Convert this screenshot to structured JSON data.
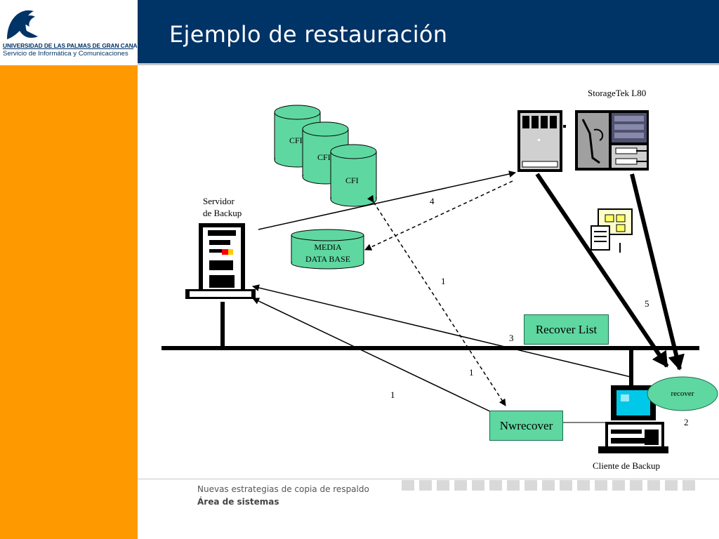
{
  "header": {
    "title": "Ejemplo de restauración",
    "logo_line1": "UNIVERSIDAD DE LAS PALMAS DE GRAN CANARIA",
    "logo_line2": "Servicio de Informática y Comunicaciones"
  },
  "colors": {
    "header_bg": "#003366",
    "sidebar": "#ff9900",
    "cylinder": "#5fd7a0",
    "monitor_screen": "#00c8e8"
  },
  "diagram": {
    "storage_label": "StorageTek L80",
    "server_label": "Servidor\nde Backup",
    "client_label": "Cliente de Backup",
    "cylinders": [
      "CFI",
      "CFI",
      "CFI"
    ],
    "media_db": "MEDIA\nDATA BASE",
    "recover_list": "Recover List",
    "nwrecover": "Nwrecover",
    "recover_oval": "recover",
    "step_numbers": {
      "n4": "4",
      "n1_top": "1",
      "n5": "5",
      "n3": "3",
      "n1_mid": "1",
      "n1_left": "1",
      "n2": "2"
    }
  },
  "footer": {
    "line1": "Nuevas estrategias de copia de respaldo",
    "line2": "Área de sistemas"
  }
}
